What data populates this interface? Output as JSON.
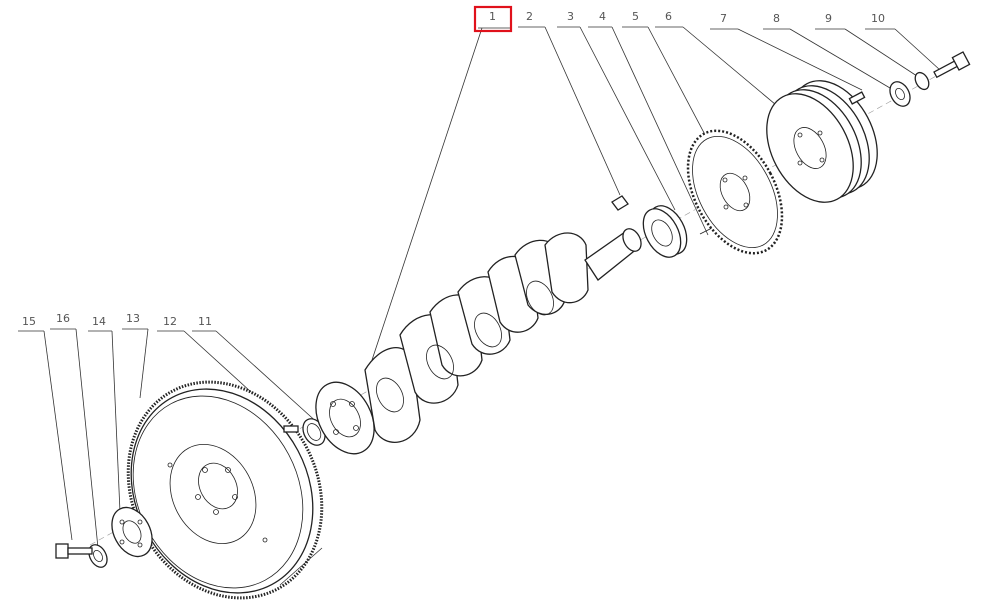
{
  "diagram": {
    "highlight_color": "#e0111b",
    "callouts": [
      {
        "id": "1",
        "label": "1",
        "highlighted": true
      },
      {
        "id": "2",
        "label": "2"
      },
      {
        "id": "3",
        "label": "3"
      },
      {
        "id": "4",
        "label": "4"
      },
      {
        "id": "5",
        "label": "5"
      },
      {
        "id": "6",
        "label": "6"
      },
      {
        "id": "7",
        "label": "7"
      },
      {
        "id": "8",
        "label": "8"
      },
      {
        "id": "9",
        "label": "9"
      },
      {
        "id": "10",
        "label": "10"
      },
      {
        "id": "11",
        "label": "11"
      },
      {
        "id": "12",
        "label": "12"
      },
      {
        "id": "13",
        "label": "13"
      },
      {
        "id": "14",
        "label": "14"
      },
      {
        "id": "15",
        "label": "15"
      },
      {
        "id": "16",
        "label": "16"
      }
    ]
  }
}
